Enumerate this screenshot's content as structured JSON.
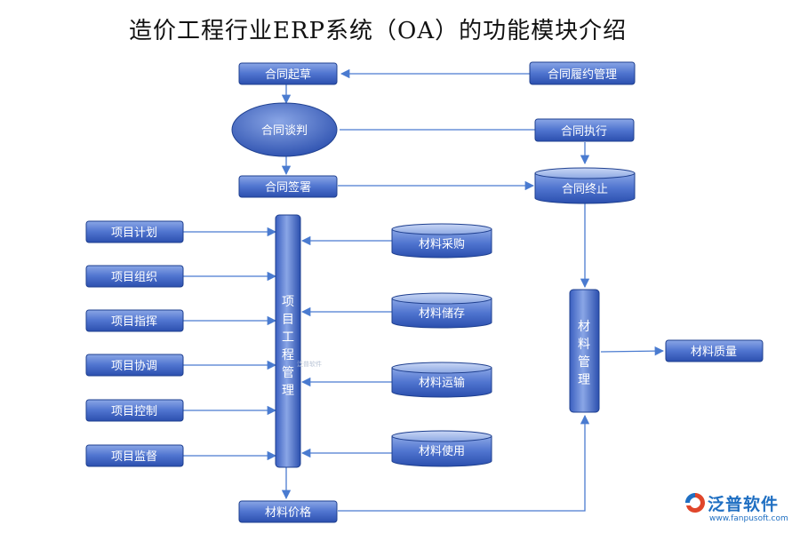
{
  "title": "造价工程行业ERP系统（OA）的功能模块介绍",
  "nodes": {
    "contract_draft": "合同起草",
    "contract_fulfillment": "合同履约管理",
    "contract_negotiation": "合同谈判",
    "contract_execution": "合同执行",
    "contract_signing": "合同签署",
    "contract_termination": "合同终止",
    "project_plan": "项目计划",
    "project_org": "项目组织",
    "project_command": "项目指挥",
    "project_coord": "项目协调",
    "project_control": "项目控制",
    "project_supervision": "项目监督",
    "project_engineering_mgmt": "项目工程管理",
    "material_purchase": "材料采购",
    "material_storage": "材料储存",
    "material_transport": "材料运输",
    "material_use": "材料使用",
    "material_mgmt": "材料管理",
    "material_quality": "材料质量",
    "material_price": "材料价格"
  },
  "watermark": "泛普软件",
  "logo": {
    "name": "泛普软件",
    "url": "www.fanpusoft.com"
  },
  "colors": {
    "node_top": "#7f9de2",
    "node_bottom": "#2f55b8",
    "node_border": "#1e3f8f",
    "arrow": "#4a7bd0",
    "brand": "#1f6fc2"
  }
}
